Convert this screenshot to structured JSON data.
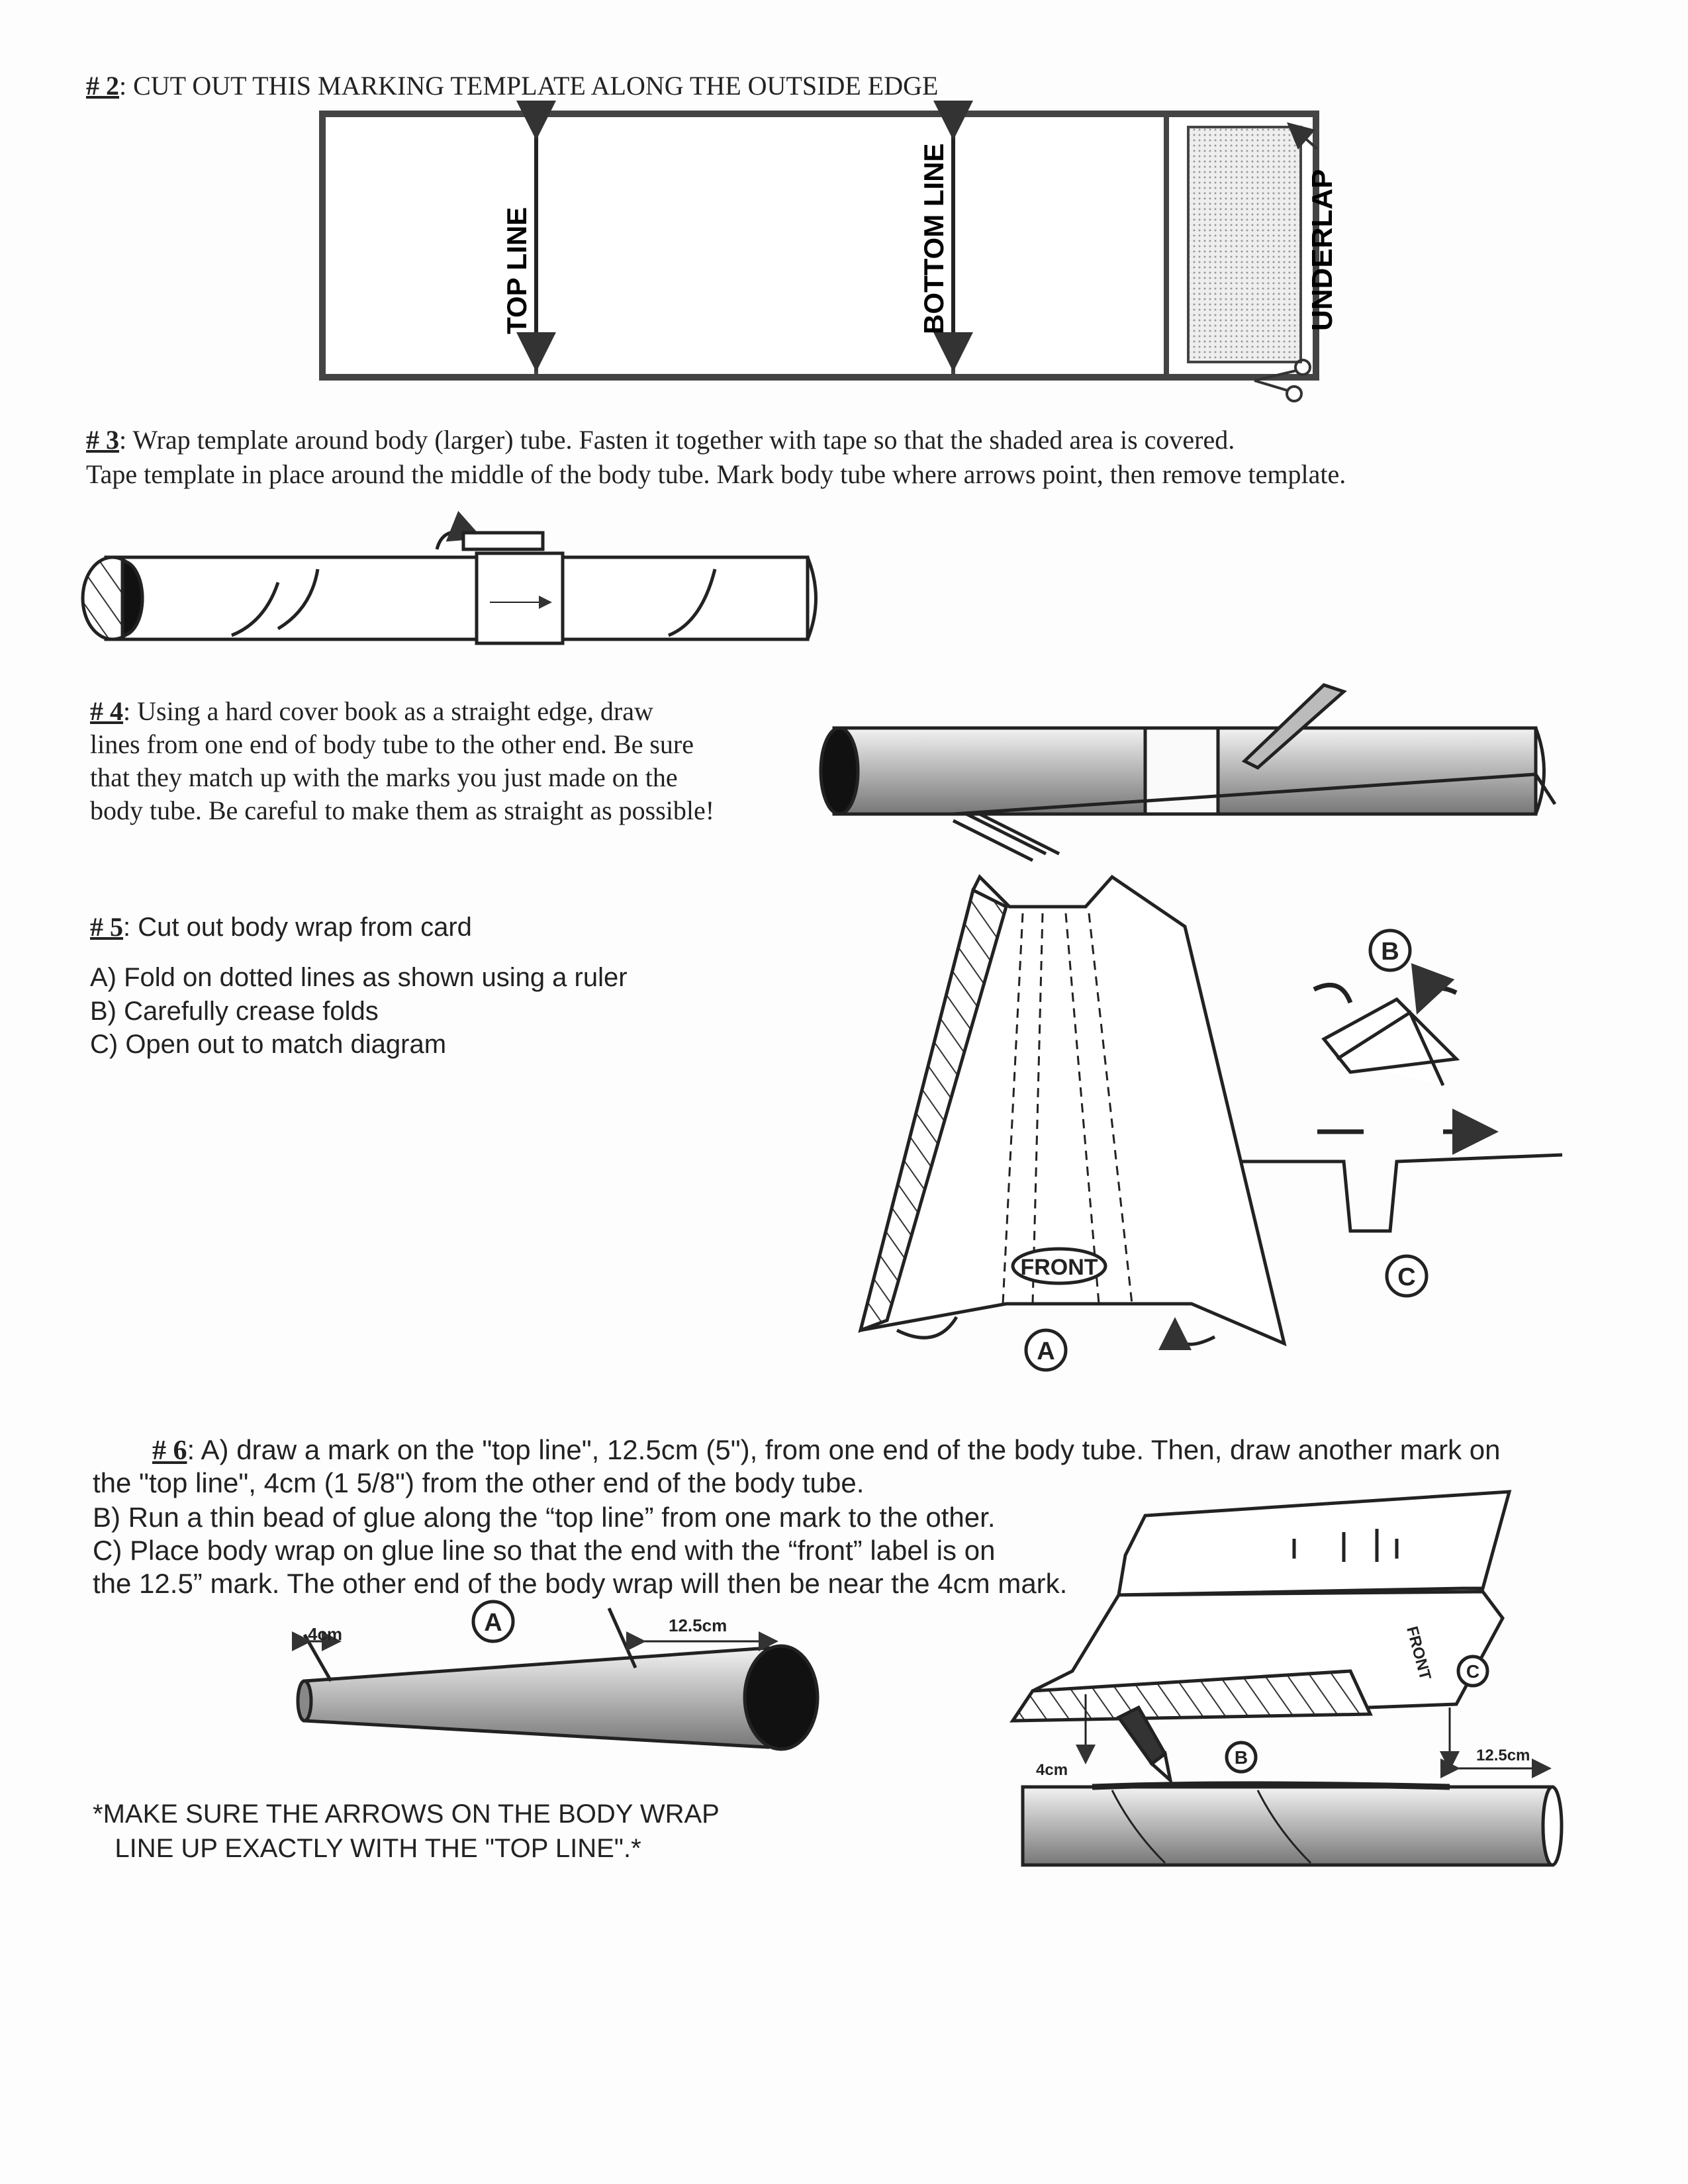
{
  "step2": {
    "number": "# 2",
    "text": ": CUT OUT THIS MARKING TEMPLATE ALONG THE OUTSIDE EDGE",
    "template_labels": {
      "top_line": "TOP LINE",
      "bottom_line": "BOTTOM LINE",
      "underlap": "UNDERLAP"
    }
  },
  "step3": {
    "number": "# 3",
    "line1": ":    Wrap template around body (larger) tube. Fasten it together with tape so that the shaded area is covered.",
    "line2": "Tape template in place around the middle of the body tube. Mark body tube where arrows point, then remove template."
  },
  "step4": {
    "number": "# 4",
    "lines": [
      ":    Using a hard cover book as a straight edge, draw",
      "lines from one end of body tube to the other end. Be sure",
      "that they match up with the marks you just made on the",
      "body tube.  Be careful to make them as straight as possible!"
    ]
  },
  "step5": {
    "number": "# 5",
    "title": ":    Cut out body wrap from card",
    "items": [
      "A)  Fold on dotted lines as shown using a ruler",
      "B)  Carefully crease folds",
      "C)  Open out to match diagram"
    ],
    "diagram_labels": {
      "front": "FRONT",
      "a": "A",
      "b": "B",
      "c": "C"
    }
  },
  "step6": {
    "number": "# 6",
    "lines": [
      ":  A) draw a mark on the \"top line\", 12.5cm (5\"), from one end of the body tube. Then, draw another mark on",
      "the \"top line\", 4cm (1 5/8\") from the other end of the body tube.",
      " B) Run a thin bead of glue along  the “top line” from one mark to the other.",
      " C) Place body wrap on glue line so that the end with the “front” label is on",
      "the 12.5” mark.  The other end of the body wrap will then be near the 4cm mark."
    ],
    "diagram_labels": {
      "a": "A",
      "b": "B",
      "c": "C",
      "front": "FRONT",
      "dim_4cm": "4cm",
      "dim_12_5cm": "12.5cm"
    },
    "note": [
      "*MAKE SURE THE ARROWS ON THE BODY WRAP",
      "   LINE UP EXACTLY WITH THE \"TOP LINE\".*"
    ]
  }
}
